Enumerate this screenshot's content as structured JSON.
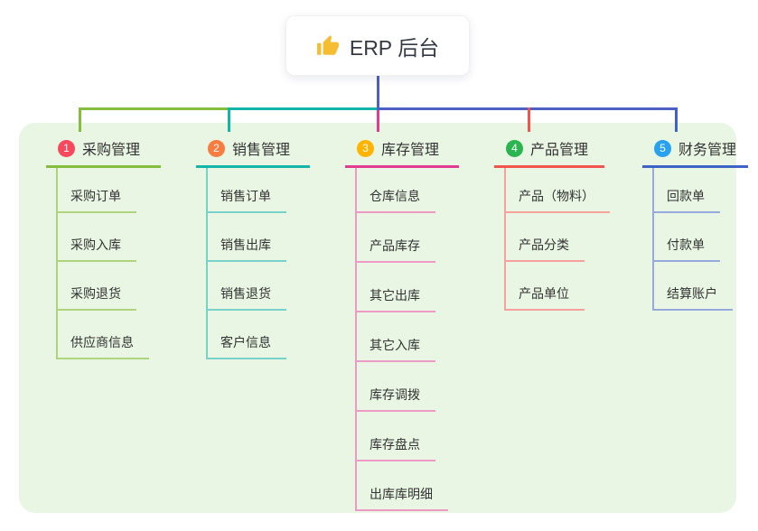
{
  "root": {
    "title": "ERP 后台",
    "icon": "thumbs-up"
  },
  "branches": [
    {
      "index": "1",
      "label": "采购管理",
      "circle_color": "#f8485e",
      "line_color": "#85bd3f",
      "light_color": "#aed47c",
      "children": [
        "采购订单",
        "采购入库",
        "采购退货",
        "供应商信息"
      ]
    },
    {
      "index": "2",
      "label": "销售管理",
      "circle_color": "#f87c40",
      "line_color": "#13b5a9",
      "light_color": "#79d2c9",
      "children": [
        "销售订单",
        "销售出库",
        "销售退货",
        "客户信息"
      ]
    },
    {
      "index": "3",
      "label": "库存管理",
      "circle_color": "#ffb402",
      "line_color": "#e23b92",
      "light_color": "#ef99c5",
      "children": [
        "仓库信息",
        "产品库存",
        "其它出库",
        "其它入库",
        "库存调拨",
        "库存盘点",
        "出库库明细"
      ]
    },
    {
      "index": "4",
      "label": "产品管理",
      "circle_color": "#2ab551",
      "line_color": "#f2544e",
      "light_color": "#f7a09c",
      "children": [
        "产品（物料）",
        "产品分类",
        "产品单位"
      ]
    },
    {
      "index": "5",
      "label": "财务管理",
      "circle_color": "#27a2ef",
      "line_color": "#3d63c6",
      "light_color": "#96aade",
      "children": [
        "回款单",
        "付款单",
        "结算账户"
      ]
    }
  ],
  "colors": {
    "canvas_bg": "#ffffff",
    "container_bg": "#e8f6e3",
    "trunk": "#4e60c4",
    "text": "#333333",
    "thumb_icon": "#f4bd32"
  }
}
